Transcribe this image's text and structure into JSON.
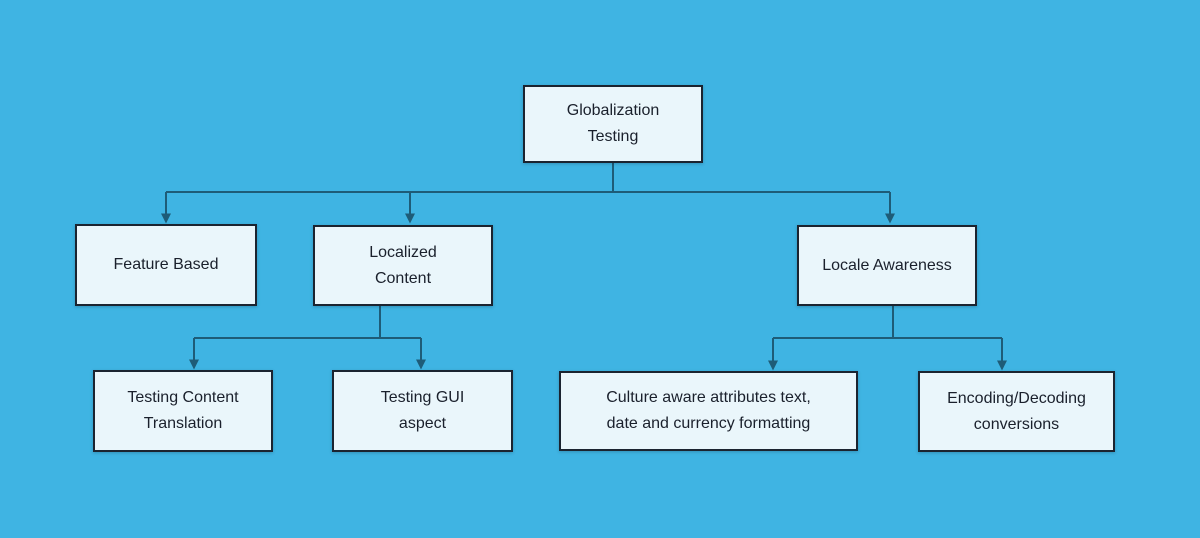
{
  "diagram": {
    "background_color": "#3FB4E3",
    "node_fill_color": "#EAF6FB",
    "node_border_color": "#1B2430",
    "connector_color": "#1E5C78",
    "text_color": "#1A202C",
    "nodes": {
      "root": {
        "label": "Globalization\nTesting"
      },
      "feature_based": {
        "label": "Feature Based"
      },
      "localized_content": {
        "label": "Localized\nContent"
      },
      "locale_awareness": {
        "label": "Locale Awareness"
      },
      "testing_content_translation": {
        "label": "Testing Content\nTranslation"
      },
      "testing_gui_aspect": {
        "label": "Testing GUI\naspect"
      },
      "culture_aware": {
        "label": "Culture aware attributes text,\ndate and currency formatting"
      },
      "encoding_decoding": {
        "label": "Encoding/Decoding\nconversions"
      }
    },
    "edges": [
      {
        "from": "Globalization Testing",
        "to": "Feature Based"
      },
      {
        "from": "Globalization Testing",
        "to": "Localized Content"
      },
      {
        "from": "Globalization Testing",
        "to": "Locale Awareness"
      },
      {
        "from": "Localized Content",
        "to": "Testing Content Translation"
      },
      {
        "from": "Localized Content",
        "to": "Testing GUI aspect"
      },
      {
        "from": "Locale Awareness",
        "to": "Culture aware attributes text, date and currency formatting"
      },
      {
        "from": "Locale Awareness",
        "to": "Encoding/Decoding conversions"
      }
    ]
  }
}
